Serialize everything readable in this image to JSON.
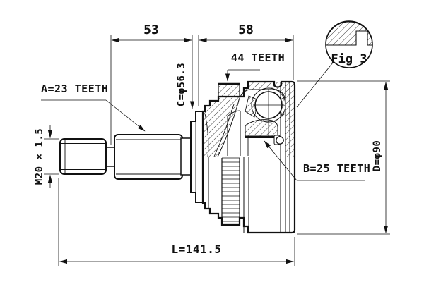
{
  "drawing": {
    "type": "cv-joint-outer-technical-drawing",
    "labels": {
      "dim_top_left": "53",
      "dim_top_right": "58",
      "abs_ring_teeth": "44 TEETH",
      "fig_callout": "Fig 3",
      "outer_spline": "A=23 TEETH",
      "boot_seat_diameter": "C=φ56.3",
      "thread_spec": "M20 × 1.5",
      "inner_spline": "B=25 TEETH",
      "housing_diameter": "D=φ90",
      "total_length": "L=141.5"
    },
    "colors": {
      "line": "#111111",
      "background": "#ffffff"
    }
  }
}
